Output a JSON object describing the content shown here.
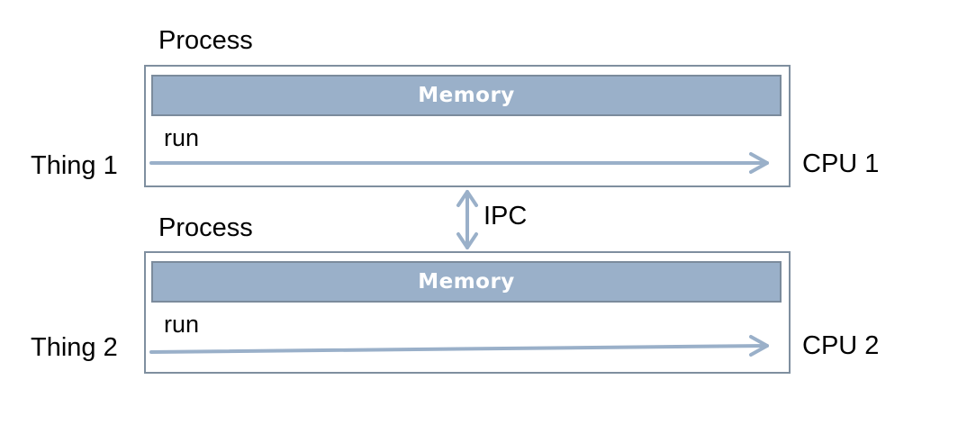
{
  "processes": [
    {
      "label": "Process",
      "memory_label": "Memory",
      "run_label": "run",
      "thing_label": "Thing 1",
      "cpu_label": "CPU 1"
    },
    {
      "label": "Process",
      "memory_label": "Memory",
      "run_label": "run",
      "thing_label": "Thing 2",
      "cpu_label": "CPU 2"
    }
  ],
  "ipc_label": "IPC",
  "colors": {
    "memory_fill": "#9ab0c9",
    "box_border": "#7f8f9f",
    "arrow": "#9ab0c9"
  }
}
